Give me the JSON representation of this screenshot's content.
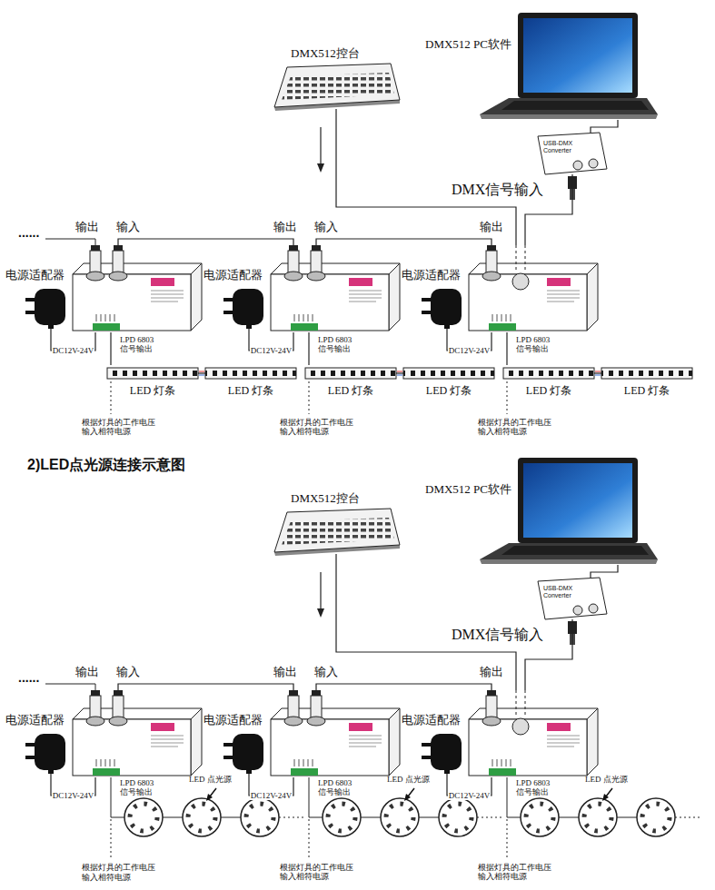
{
  "diagram": {
    "nodes": [
      {
        "text": [
          "DMX512 PC软件"
        ]
      },
      {
        "text": [
          "DMX512控台"
        ]
      },
      {
        "text": [
          "USB-DMX Converter"
        ]
      },
      {
        "text": [
          "输出",
          "输入"
        ]
      },
      {
        "text": [
          "输出",
          "输入"
        ]
      },
      {
        "text": [
          "输出"
        ]
      },
      {
        "text": [
          "电源适配器"
        ]
      },
      {
        "text": [
          "电源适配器"
        ]
      },
      {
        "text": [
          "电源适配器"
        ]
      },
      {
        "text": [
          "LED 灯条"
        ]
      },
      {
        "text": [
          "LED 灯条"
        ]
      },
      {
        "text": [
          "LED 灯条"
        ]
      },
      {
        "text": [
          "LED 灯条"
        ]
      },
      {
        "text": [
          "LED 灯条"
        ]
      },
      {
        "text": [
          "LED 灯条"
        ]
      },
      {
        "text": [
          "DMX512 PC软件"
        ]
      },
      {
        "text": [
          "DMX512控台"
        ]
      },
      {
        "text": [
          "USB-DMX Converter"
        ]
      },
      {
        "text": [
          "输出",
          "输入"
        ]
      },
      {
        "text": [
          "输出",
          "输入"
        ]
      },
      {
        "text": [
          "输出"
        ]
      },
      {
        "text": [
          "电源适配器"
        ]
      },
      {
        "text": [
          "电源适配器"
        ]
      },
      {
        "text": [
          "电源适配器"
        ]
      },
      {
        "text": [
          "LED 点光源"
        ]
      },
      {
        "text": [
          "LED 点光源"
        ]
      },
      {
        "text": [
          "LED 点光源"
        ]
      }
    ],
    "edges": [
      {
        "from": 0,
        "to": 2,
        "arrow": "none"
      },
      {
        "from": 1,
        "to": 5,
        "arrow": "none"
      },
      {
        "from": 2,
        "to": 5,
        "arrow": "none"
      },
      {
        "from": 5,
        "to": 4,
        "arrow": "none"
      },
      {
        "from": 4,
        "to": 3,
        "arrow": "none"
      },
      {
        "from": 6,
        "to": 3,
        "label": "DC12V-24V",
        "arrow": "none"
      },
      {
        "from": 7,
        "to": 4,
        "label": "DC12V-24V",
        "arrow": "none"
      },
      {
        "from": 8,
        "to": 5,
        "label": "DC12V-24V",
        "arrow": "none"
      },
      {
        "from": 3,
        "to": 9,
        "arrow": "none"
      },
      {
        "from": 9,
        "to": 10,
        "arrow": "none"
      },
      {
        "from": 4,
        "to": 11,
        "arrow": "none"
      },
      {
        "from": 11,
        "to": 12,
        "arrow": "none"
      },
      {
        "from": 5,
        "to": 13,
        "arrow": "none"
      },
      {
        "from": 13,
        "to": 14,
        "arrow": "none"
      },
      {
        "from": 15,
        "to": 17,
        "arrow": "none"
      },
      {
        "from": 16,
        "to": 20,
        "arrow": "none"
      },
      {
        "from": 17,
        "to": 20,
        "arrow": "none"
      },
      {
        "from": 20,
        "to": 19,
        "arrow": "none"
      },
      {
        "from": 19,
        "to": 18,
        "arrow": "none"
      },
      {
        "from": 21,
        "to": 18,
        "label": "DC12V-24V",
        "arrow": "none"
      },
      {
        "from": 22,
        "to": 19,
        "label": "DC12V-24V",
        "arrow": "none"
      },
      {
        "from": 23,
        "to": 20,
        "label": "DC12V-24V",
        "arrow": "none"
      }
    ],
    "labels": [
      "......",
      "DMX信号输入",
      "LPD 6803 信号输出",
      "LPD 6803 信号输出",
      "LPD 6803 信号输出",
      "根据灯具的工作电压 输入相符电源",
      "根据灯具的工作电压 输入相符电源",
      "根据灯具的工作电压 输入相符电源",
      "2)LED点光源连接示意图",
      "......",
      "DMX信号输入",
      "LPD 6803 信号输出",
      "LPD 6803 信号输出",
      "LPD 6803 信号输出",
      "根据灯具的工作电压 输入相符电源",
      "根据灯具的工作电压 输入相符电源",
      "根据灯具的工作电压 输入相符电源"
    ]
  }
}
